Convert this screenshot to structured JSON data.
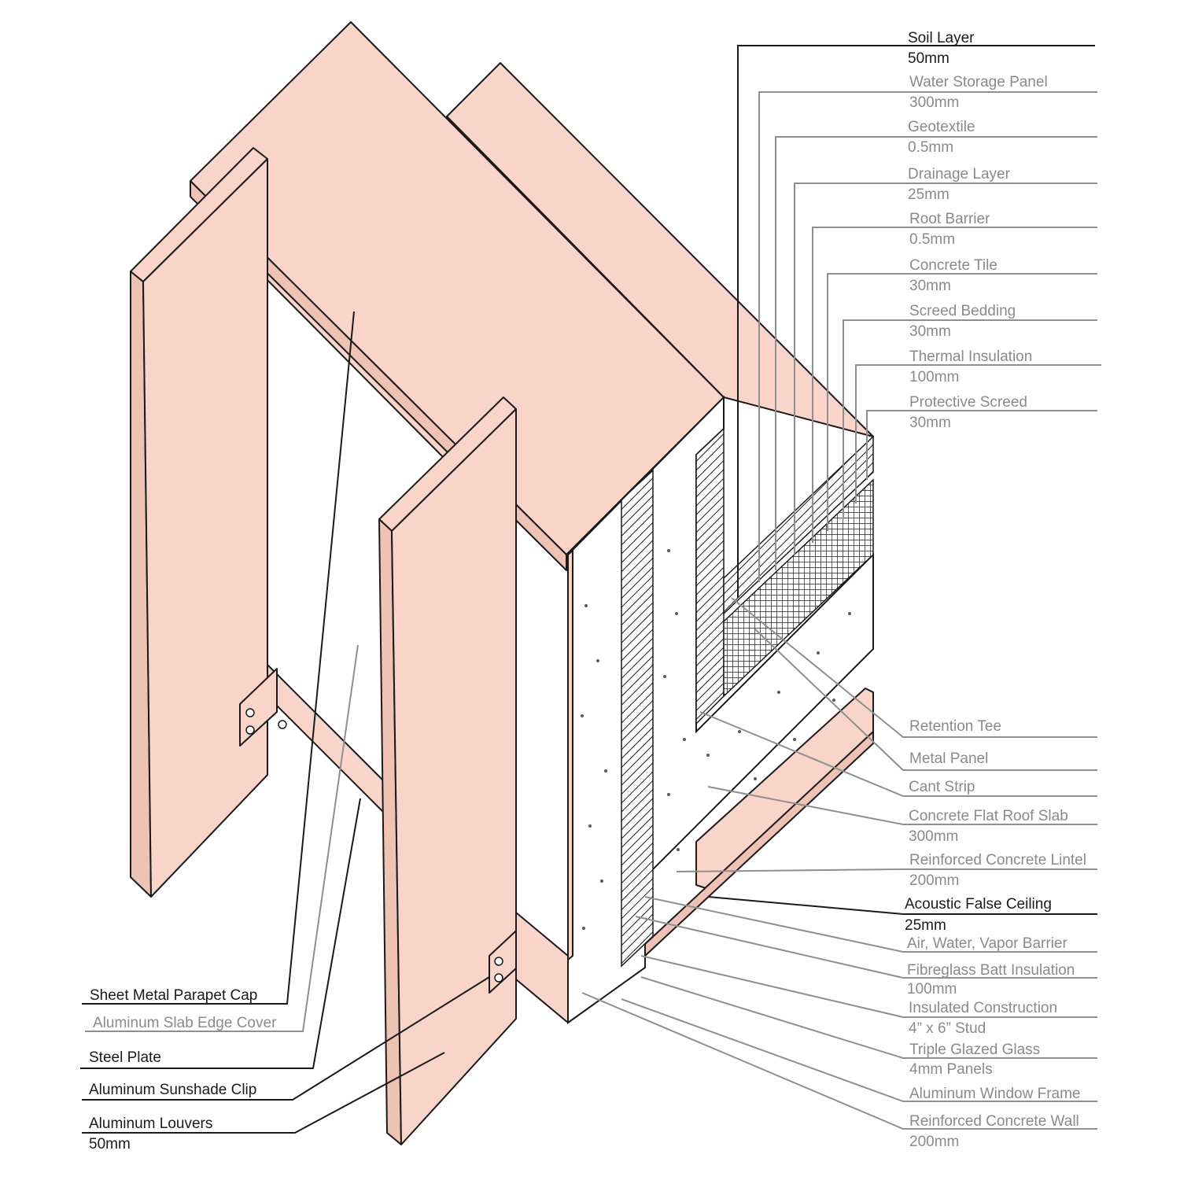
{
  "labels_right": [
    {
      "name": "Soil Layer",
      "dim": "50mm",
      "tone": "dark"
    },
    {
      "name": "Water Storage Panel",
      "dim": "300mm",
      "tone": "grey"
    },
    {
      "name": "Geotextile",
      "dim": "0.5mm",
      "tone": "grey"
    },
    {
      "name": "Drainage Layer",
      "dim": "25mm",
      "tone": "grey"
    },
    {
      "name": "Root Barrier",
      "dim": "0.5mm",
      "tone": "grey"
    },
    {
      "name": "Concrete Tile",
      "dim": "30mm",
      "tone": "grey"
    },
    {
      "name": "Screed Bedding",
      "dim": "30mm",
      "tone": "grey"
    },
    {
      "name": "Thermal Insulation",
      "dim": "100mm",
      "tone": "grey"
    },
    {
      "name": "Protective Screed",
      "dim": "30mm",
      "tone": "grey"
    },
    {
      "name": "Retention Tee",
      "dim": "",
      "tone": "grey"
    },
    {
      "name": "Metal Panel",
      "dim": "",
      "tone": "grey"
    },
    {
      "name": "Cant Strip",
      "dim": "",
      "tone": "grey"
    },
    {
      "name": "Concrete Flat Roof Slab",
      "dim": "300mm",
      "tone": "grey"
    },
    {
      "name": "Reinforced Concrete Lintel",
      "dim": "200mm",
      "tone": "grey"
    },
    {
      "name": "Acoustic False Ceiling",
      "dim": "25mm",
      "tone": "dark"
    },
    {
      "name": "Air, Water, Vapor Barrier",
      "dim": "",
      "tone": "grey"
    },
    {
      "name": "Fibreglass Batt Insulation",
      "dim": "100mm",
      "tone": "grey"
    },
    {
      "name": "Insulated Construction",
      "dim": "4” x 6” Stud",
      "tone": "grey"
    },
    {
      "name": "Triple Glazed Glass",
      "dim": "4mm Panels",
      "tone": "grey"
    },
    {
      "name": "Aluminum Window Frame",
      "dim": "",
      "tone": "grey"
    },
    {
      "name": "Reinforced Concrete Wall",
      "dim": "200mm",
      "tone": "grey"
    }
  ],
  "labels_left": [
    {
      "name": "Sheet Metal Parapet Cap",
      "dim": "",
      "tone": "dark"
    },
    {
      "name": "Aluminum Slab Edge Cover",
      "dim": "",
      "tone": "grey"
    },
    {
      "name": "Steel Plate",
      "dim": "",
      "tone": "dark"
    },
    {
      "name": "Aluminum Sunshade Clip",
      "dim": "",
      "tone": "dark"
    },
    {
      "name": "Aluminum Louvers",
      "dim": "50mm",
      "tone": "dark"
    }
  ],
  "colors": {
    "panel": "#f9d5c9",
    "line_dark": "#1a1a1a",
    "line_grey": "#8a8a8a"
  }
}
